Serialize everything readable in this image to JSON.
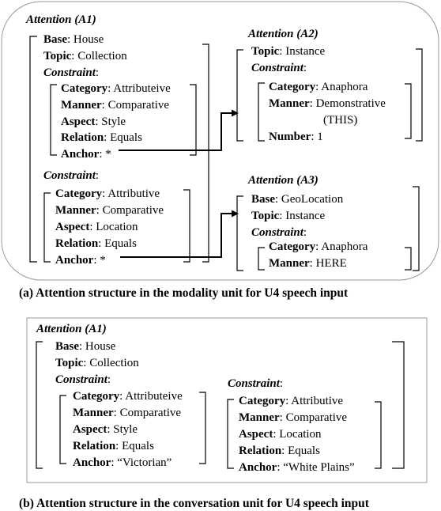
{
  "figure_a": {
    "a1_title": "Attention (A1)",
    "a1_rows": [
      {
        "key": "Base",
        "value": ": House"
      },
      {
        "key": "Topic",
        "value": ": Collection"
      },
      {
        "key": "Constraint",
        "value": ":"
      }
    ],
    "a1_c1_rows": [
      {
        "key": "Category",
        "value": ": Attributeive"
      },
      {
        "key": "Manner",
        "value": ": Comparative"
      },
      {
        "key": "Aspect",
        "value": ": Style"
      },
      {
        "key": "Relation",
        "value": ": Equals"
      },
      {
        "key": "Anchor",
        "value": ": *"
      }
    ],
    "a1_constraint2": {
      "key": "Constraint",
      "value": ":"
    },
    "a1_c2_rows": [
      {
        "key": "Category",
        "value": ": Attributive"
      },
      {
        "key": "Manner",
        "value": ": Comparative"
      },
      {
        "key": "Aspect",
        "value": ": Location"
      },
      {
        "key": "Relation",
        "value": ": Equals"
      },
      {
        "key": "Anchor",
        "value": ": *"
      }
    ],
    "a2_title": "Attention (A2)",
    "a2_rows": [
      {
        "key": "Topic",
        "value": ": Instance"
      },
      {
        "key": "Constraint",
        "value": ":"
      }
    ],
    "a2_c_rows": [
      {
        "key": "Category",
        "value": ": Anaphora"
      },
      {
        "key": "Manner",
        "value": ": Demonstrative"
      }
    ],
    "a2_manner_cont": "(THIS)",
    "a2_number": {
      "key": "Number",
      "value": ": 1"
    },
    "a3_title": "Attention (A3)",
    "a3_rows": [
      {
        "key": "Base",
        "value": ": GeoLocation"
      },
      {
        "key": "Topic",
        "value": ": Instance"
      },
      {
        "key": "Constraint",
        "value": ":"
      }
    ],
    "a3_c_rows": [
      {
        "key": "Category",
        "value": ": Anaphora"
      },
      {
        "key": "Manner",
        "value": ": HERE"
      }
    ],
    "caption": "(a) Attention structure in the modality unit for U4 speech input"
  },
  "figure_b": {
    "a1_title": "Attention (A1)",
    "rows": [
      {
        "key": "Base",
        "value": ": House"
      },
      {
        "key": "Topic",
        "value": ": Collection"
      },
      {
        "key": "Constraint",
        "value": ":"
      }
    ],
    "c1_rows": [
      {
        "key": "Category",
        "value": ": Attributeive"
      },
      {
        "key": "Manner",
        "value": ": Comparative"
      },
      {
        "key": "Aspect",
        "value": ": Style"
      },
      {
        "key": "Relation",
        "value": ": Equals"
      },
      {
        "key": "Anchor",
        "value": ": “Victorian”"
      }
    ],
    "c2_label": {
      "key": "Constraint",
      "value": ":"
    },
    "c2_rows": [
      {
        "key": "Category",
        "value": ": Attributive"
      },
      {
        "key": "Manner",
        "value": ": Comparative"
      },
      {
        "key": "Aspect",
        "value": ": Location"
      },
      {
        "key": "Relation",
        "value": ": Equals"
      },
      {
        "key": "Anchor",
        "value": ": “White Plains”"
      }
    ],
    "caption": "(b) Attention structure in the conversation unit for U4 speech input"
  }
}
